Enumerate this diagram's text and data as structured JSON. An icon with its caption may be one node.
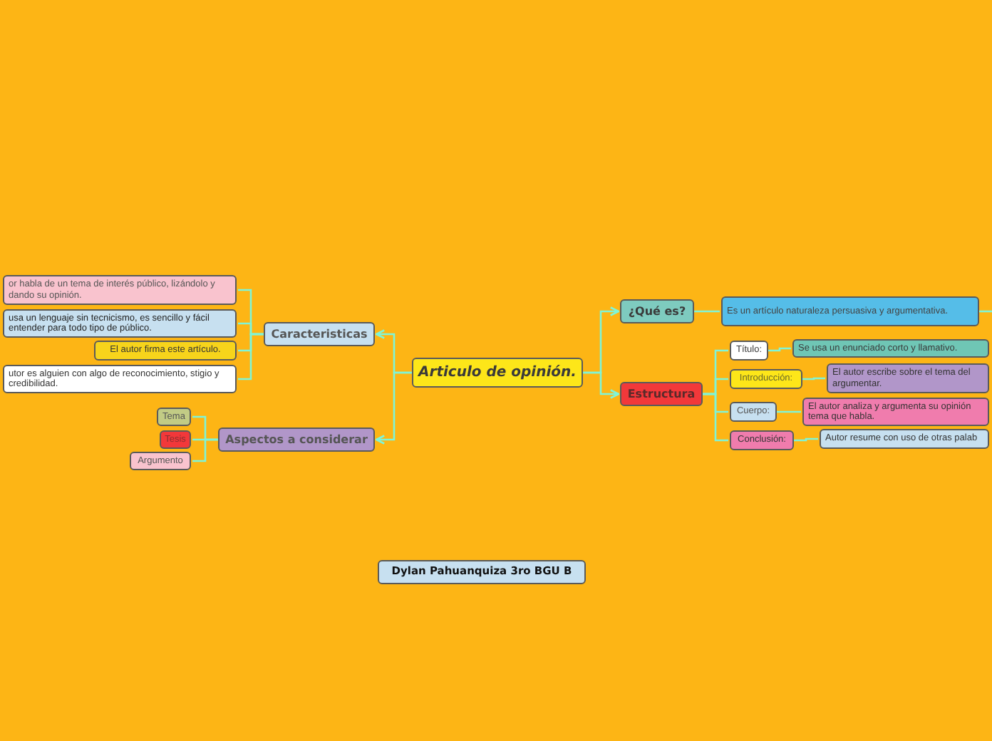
{
  "diagram": {
    "nodes": [
      {
        "text": [
          "Articulo de opinión."
        ]
      },
      {
        "text": [
          "¿Qué es?"
        ]
      },
      {
        "text": [
          "Es un artículo naturaleza persuasiva y argumentativa."
        ]
      },
      {
        "text": [
          "Estructura"
        ]
      },
      {
        "text": [
          "Título:"
        ]
      },
      {
        "text": [
          "Se usa un enunciado corto y llamativo."
        ]
      },
      {
        "text": [
          "Introducción:"
        ]
      },
      {
        "text": [
          "El autor escribe sobre el tema del argumentar."
        ]
      },
      {
        "text": [
          "Cuerpo:"
        ]
      },
      {
        "text": [
          "El autor analiza y argumenta su opinión tema que habla."
        ]
      },
      {
        "text": [
          "Conclusión:"
        ]
      },
      {
        "text": [
          "Autor resume con uso de otras palab"
        ]
      },
      {
        "text": [
          "Caracteristicas"
        ]
      },
      {
        "text": [
          "or habla de un tema de interés público, lizándolo y dando su opinión."
        ]
      },
      {
        "text": [
          "usa un lenguaje sin tecnicismo, es sencillo y fácil entender para todo tipo de público."
        ]
      },
      {
        "text": [
          "El autor firma este artículo."
        ]
      },
      {
        "text": [
          "utor es alguien con algo de reconocimiento, stigio y credibilidad."
        ]
      },
      {
        "text": [
          "Aspectos a considerar"
        ]
      },
      {
        "text": [
          "Tema"
        ]
      },
      {
        "text": [
          "Tesis"
        ]
      },
      {
        "text": [
          "Argumento"
        ]
      },
      {
        "text": [
          "Dylan Pahuanquiza 3ro BGU B"
        ]
      }
    ],
    "edges": [
      {
        "from": 0,
        "to": 1,
        "arrow": "to"
      },
      {
        "from": 0,
        "to": 3,
        "arrow": "to"
      },
      {
        "from": 0,
        "to": 12,
        "arrow": "to"
      },
      {
        "from": 0,
        "to": 17,
        "arrow": "to"
      },
      {
        "from": 1,
        "to": 2,
        "arrow": "none"
      },
      {
        "from": 2,
        "to": null,
        "arrow": "none"
      },
      {
        "from": 3,
        "to": 4,
        "arrow": "none"
      },
      {
        "from": 3,
        "to": 6,
        "arrow": "none"
      },
      {
        "from": 3,
        "to": 8,
        "arrow": "none"
      },
      {
        "from": 3,
        "to": 10,
        "arrow": "none"
      },
      {
        "from": 4,
        "to": 5,
        "arrow": "none"
      },
      {
        "from": 6,
        "to": 7,
        "arrow": "none"
      },
      {
        "from": 8,
        "to": 9,
        "arrow": "none"
      },
      {
        "from": 10,
        "to": 11,
        "arrow": "none"
      },
      {
        "from": 12,
        "to": 13,
        "arrow": "none"
      },
      {
        "from": 12,
        "to": 14,
        "arrow": "none"
      },
      {
        "from": 12,
        "to": 15,
        "arrow": "none"
      },
      {
        "from": 12,
        "to": 16,
        "arrow": "none"
      },
      {
        "from": 17,
        "to": 18,
        "arrow": "none"
      },
      {
        "from": 17,
        "to": 19,
        "arrow": "none"
      },
      {
        "from": 17,
        "to": 20,
        "arrow": "none"
      }
    ]
  }
}
